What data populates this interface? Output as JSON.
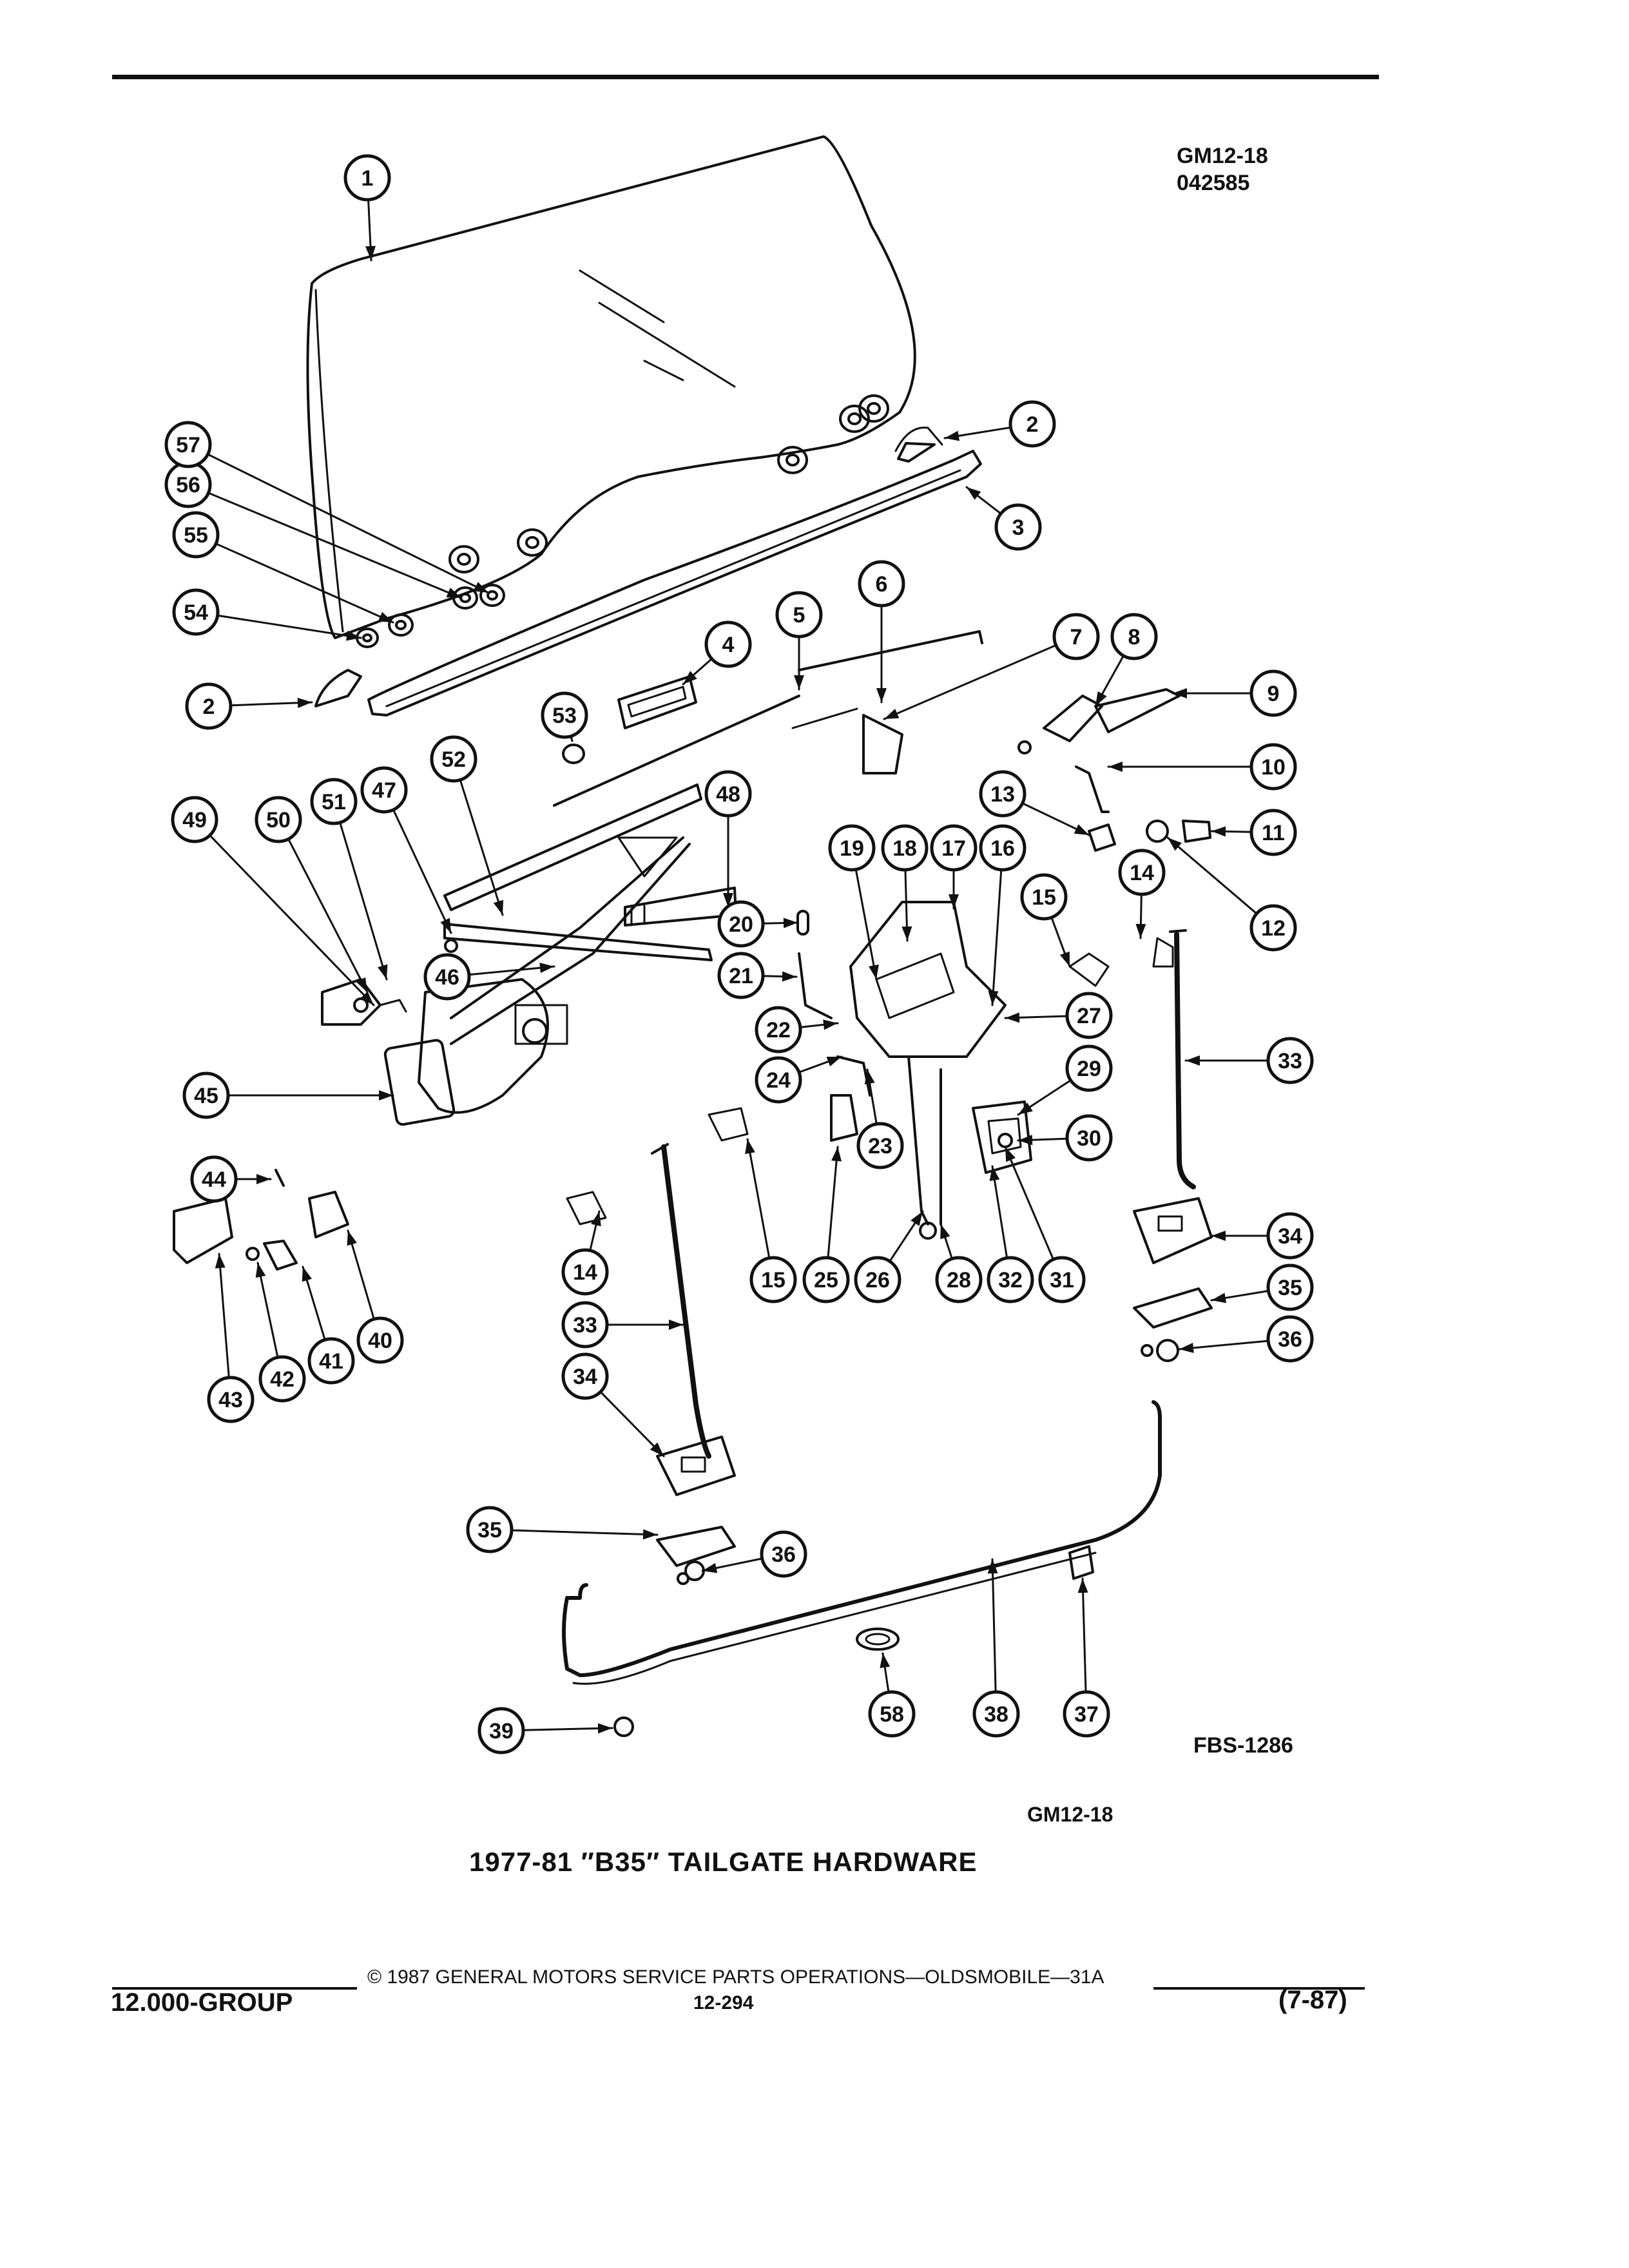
{
  "header": {
    "figure_code": "GM12-18",
    "figure_code_2": "042585"
  },
  "diagram": {
    "title": "1977-81 ″B35″ TAILGATE HARDWARE",
    "illustration_code": "FBS-1286",
    "figure_code_bottom": "GM12-18",
    "callouts": [
      "1",
      "2",
      "2",
      "3",
      "4",
      "5",
      "6",
      "7",
      "8",
      "9",
      "10",
      "11",
      "12",
      "13",
      "14",
      "14",
      "15",
      "15",
      "16",
      "17",
      "18",
      "19",
      "20",
      "21",
      "22",
      "23",
      "24",
      "25",
      "26",
      "27",
      "28",
      "29",
      "30",
      "31",
      "32",
      "33",
      "33",
      "34",
      "34",
      "35",
      "35",
      "36",
      "36",
      "37",
      "38",
      "39",
      "40",
      "41",
      "42",
      "43",
      "44",
      "45",
      "46",
      "47",
      "48",
      "49",
      "50",
      "51",
      "52",
      "53",
      "54",
      "55",
      "56",
      "57",
      "58"
    ]
  },
  "footer": {
    "copyright": "© 1987 GENERAL MOTORS SERVICE PARTS OPERATIONS—OLDSMOBILE—31A",
    "group": "12.000-GROUP",
    "page": "12-294",
    "date": "(7-87)"
  },
  "colors": {
    "ink": "#111111",
    "paper": "#ffffff"
  }
}
